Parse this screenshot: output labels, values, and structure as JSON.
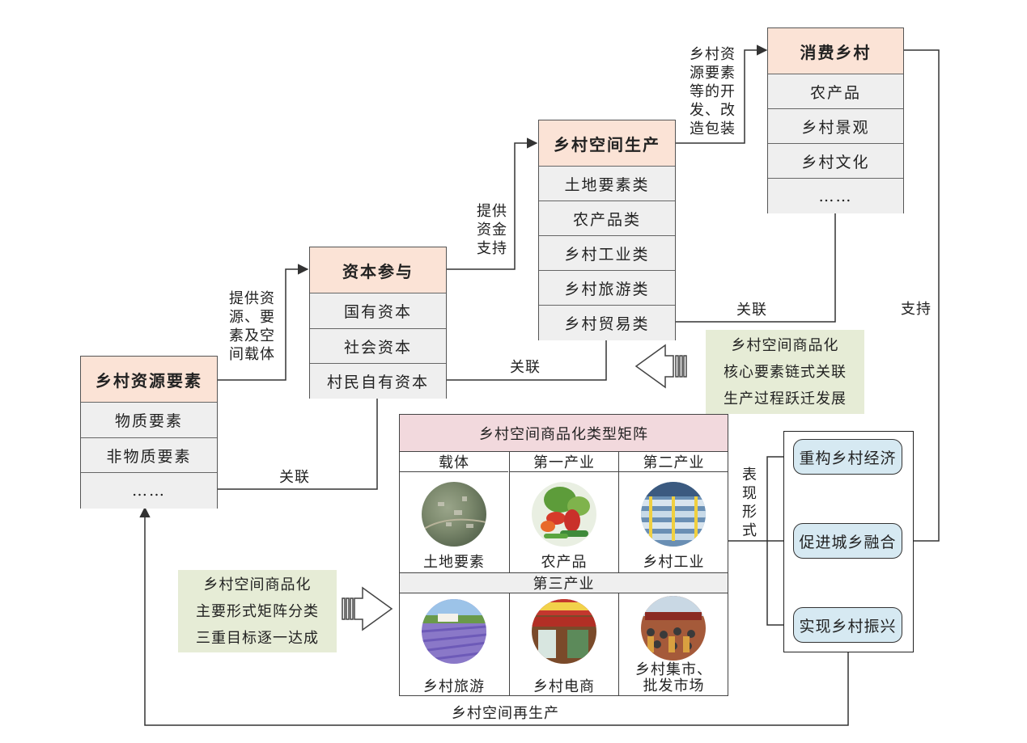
{
  "resource": {
    "title": "乡村资源要素",
    "items": [
      "物质要素",
      "非物质要素",
      "……"
    ]
  },
  "capital": {
    "title": "资本参与",
    "items": [
      "国有资本",
      "社会资本",
      "村民自有资本"
    ]
  },
  "production": {
    "title": "乡村空间生产",
    "items": [
      "土地要素类",
      "农产品类",
      "乡村工业类",
      "乡村旅游类",
      "乡村贸易类"
    ]
  },
  "consumption": {
    "title": "消费乡村",
    "items": [
      "农产品",
      "乡村景观",
      "乡村文化",
      "……"
    ]
  },
  "edges": {
    "provide_resources": [
      "提供资",
      "源、要",
      "素及空",
      "间载体"
    ],
    "provide_funds": [
      "提供",
      "资金",
      "支持"
    ],
    "develop": [
      "乡村资",
      "源要素",
      "等的开",
      "发、改",
      "造包装"
    ],
    "link1": "关联",
    "link2": "关联",
    "link3": "关联",
    "support": "支持",
    "form": [
      "表",
      "现",
      "形",
      "式"
    ],
    "reproduction": "乡村空间再生产"
  },
  "callout_top": [
    "乡村空间商品化",
    "核心要素链式关联",
    "生产过程跃迁发展"
  ],
  "callout_bottom": [
    "乡村空间商品化",
    "主要形式矩阵分类",
    "三重目标逐一达成"
  ],
  "matrix": {
    "title": "乡村空间商品化类型矩阵",
    "headers": [
      "载体",
      "第一产业",
      "第二产业"
    ],
    "row1": [
      "土地要素",
      "农产品",
      "乡村工业"
    ],
    "tertiary": "第三产业",
    "row2": [
      "乡村旅游",
      "乡村电商"
    ],
    "row2_last": [
      "乡村集市、",
      "批发市场"
    ]
  },
  "goals": [
    "重构乡村经济",
    "促进城乡融合",
    "实现乡村振兴"
  ],
  "colors": {
    "header_fill": "#fbe3d6",
    "cell_fill": "#efefef",
    "callout_fill": "#e6ecd6",
    "matrix_title_fill": "#f2d9dd",
    "goal_fill": "#d6e9f2"
  }
}
